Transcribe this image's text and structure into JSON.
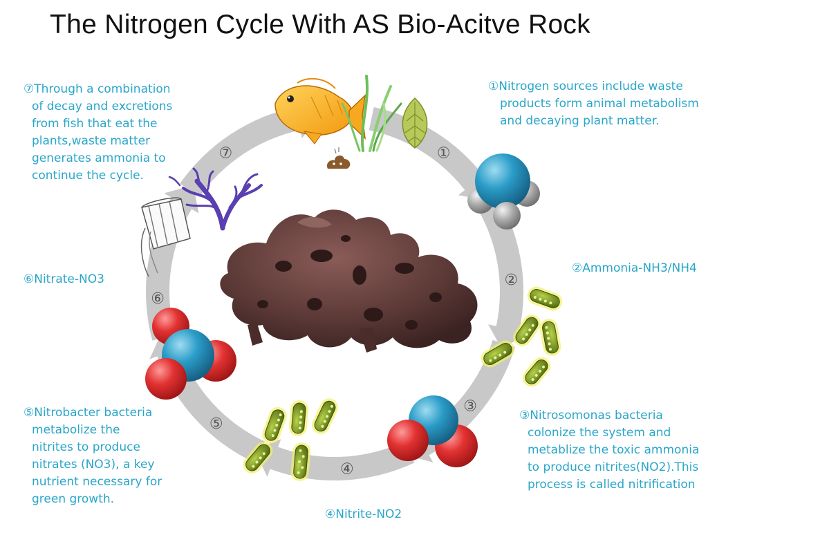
{
  "title": "The Nitrogen Cycle With AS Bio-Acitve Rock",
  "step_numbers": [
    "①",
    "②",
    "③",
    "④",
    "⑤",
    "⑥",
    "⑦"
  ],
  "steps": [
    {
      "lines": [
        "①Nitrogen sources include waste",
        "products form animal metabolism",
        "and decaying plant matter."
      ]
    },
    {
      "lines": [
        "②Ammonia-NH3/NH4"
      ]
    },
    {
      "lines": [
        "③Nitrosomonas bacteria",
        "colonize the system and",
        "metablize the toxic ammonia",
        "to produce nitrites(NO2).This",
        "process is called nitrification"
      ]
    },
    {
      "lines": [
        "④Nitrite-NO2"
      ]
    },
    {
      "lines": [
        "⑤Nitrobacter bacteria",
        "metabolize the",
        "nitrites to produce",
        "nitrates (NO3), a key",
        "nutrient necessary for",
        "green growth."
      ]
    },
    {
      "lines": [
        "⑥Nitrate-NO3"
      ]
    },
    {
      "lines": [
        "⑦Through a combination",
        "of decay and excretions",
        "from fish that eat the",
        "plants,waste matter",
        "generates ammonia to",
        "continue the cycle."
      ]
    }
  ],
  "colors": {
    "text_accent": "#2aa6c9",
    "ring_gray": "#c8c8c8",
    "oxygen_red": "#d92b2b",
    "nitrogen_blue": "#2a86b0",
    "hydrogen_gray": "#a8a8a8",
    "bacteria_green": "#6e8f1e",
    "rock_brown": "#5a3a38"
  },
  "icons": [
    "fish-icon",
    "seaweed-icon",
    "leaf-icon",
    "waste-icon",
    "ammonia-molecule-icon",
    "bacteria-icon",
    "nitrite-molecule-icon",
    "nitrate-molecule-icon",
    "coral-icon",
    "bucket-icon",
    "rock-image"
  ]
}
